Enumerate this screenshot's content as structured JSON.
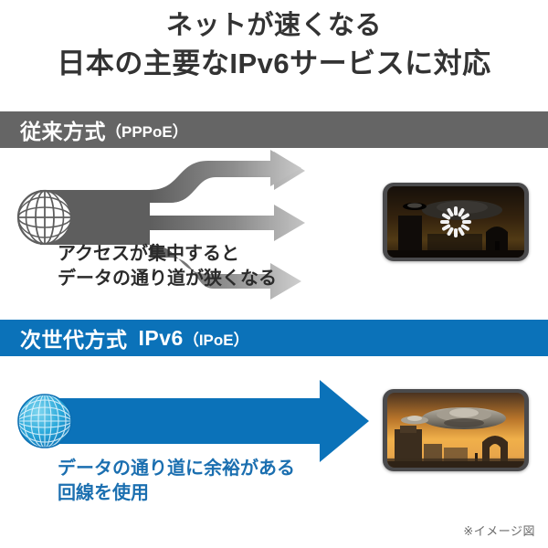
{
  "title": {
    "line1": "ネットが速くなる",
    "line2": "日本の主要なIPv6サービスに対応"
  },
  "sections": [
    {
      "id": "legacy",
      "banner_main": "従来方式",
      "banner_sub": "（PPPoE）",
      "banner_color": "#656565",
      "globe_icon": "globe-outline-icon",
      "caption": "アクセスが集中すると\nデータの通り道が狭くなる",
      "caption_color": "#2b2b2b",
      "arrow_count": 3,
      "arrow_style": "split-narrow-faded",
      "phone_state": "loading",
      "phone_screen_icon": "loading-spinner-icon"
    },
    {
      "id": "next",
      "banner_main": "次世代方式",
      "banner_mid": "IPv6",
      "banner_sub": "（IPoE）",
      "banner_color": "#0b72b9",
      "globe_icon": "globe-filled-icon",
      "caption": "データの通り道に余裕がある\n回線を使用",
      "caption_color": "#1b6fb0",
      "arrow_count": 1,
      "arrow_style": "single-wide-solid",
      "phone_state": "playing",
      "phone_screen_icon": "video-scene"
    }
  ],
  "footnote": "※イメージ図",
  "colors": {
    "accent_blue": "#0b72b9",
    "accent_gray": "#656565",
    "caption_blue": "#1b6fb0",
    "title_text": "#333333"
  }
}
